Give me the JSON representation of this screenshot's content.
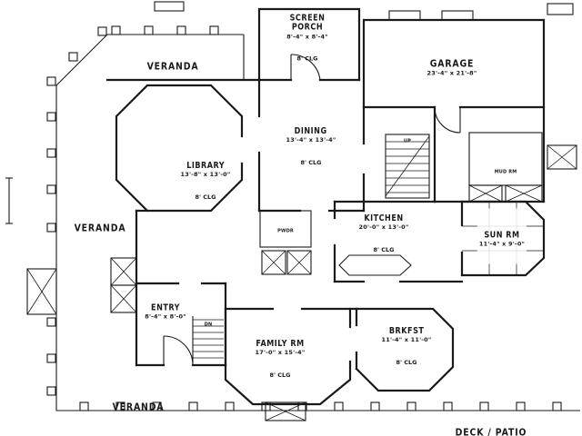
{
  "drawing": {
    "ink": "#1a1a1a",
    "paper": "#ffffff"
  },
  "rooms": {
    "veranda_top": {
      "name": "VERANDA"
    },
    "veranda_left": {
      "name": "VERANDA"
    },
    "veranda_bottom": {
      "name": "VERANDA"
    },
    "screen_porch": {
      "name": "SCREEN\nPORCH",
      "dims": "8'-4\" x 8'-4\"",
      "note": "8' CLG"
    },
    "garage": {
      "name": "GARAGE",
      "dims": "23'-4\" x 21'-8\""
    },
    "dining": {
      "name": "DINING",
      "dims": "13'-4\" x 13'-4\"",
      "note": "8' CLG"
    },
    "library": {
      "name": "LIBRARY",
      "dims": "13'-8\" x 13'-0\"",
      "note": "8' CLG"
    },
    "kitchen": {
      "name": "KITCHEN",
      "dims": "20'-0\" x 13'-0\"",
      "note": "8' CLG"
    },
    "sun_rm": {
      "name": "SUN RM",
      "dims": "11'-4\" x 9'-0\""
    },
    "entry": {
      "name": "ENTRY",
      "dims": "8'-4\" x 8'-0\""
    },
    "family_rm": {
      "name": "FAMILY RM",
      "dims": "17'-0\" x 15'-4\"",
      "note": "8' CLG"
    },
    "brkfst": {
      "name": "BRKFST",
      "dims": "11'-4\" x 11'-0\"",
      "note": "8' CLG"
    },
    "deck_patio": {
      "name": "DECK / PATIO"
    },
    "pwdr": {
      "name": "PWDR"
    },
    "mud_rm": {
      "name": "MUD RM"
    }
  },
  "annotations": {
    "up": "UP",
    "dn": "DN"
  }
}
